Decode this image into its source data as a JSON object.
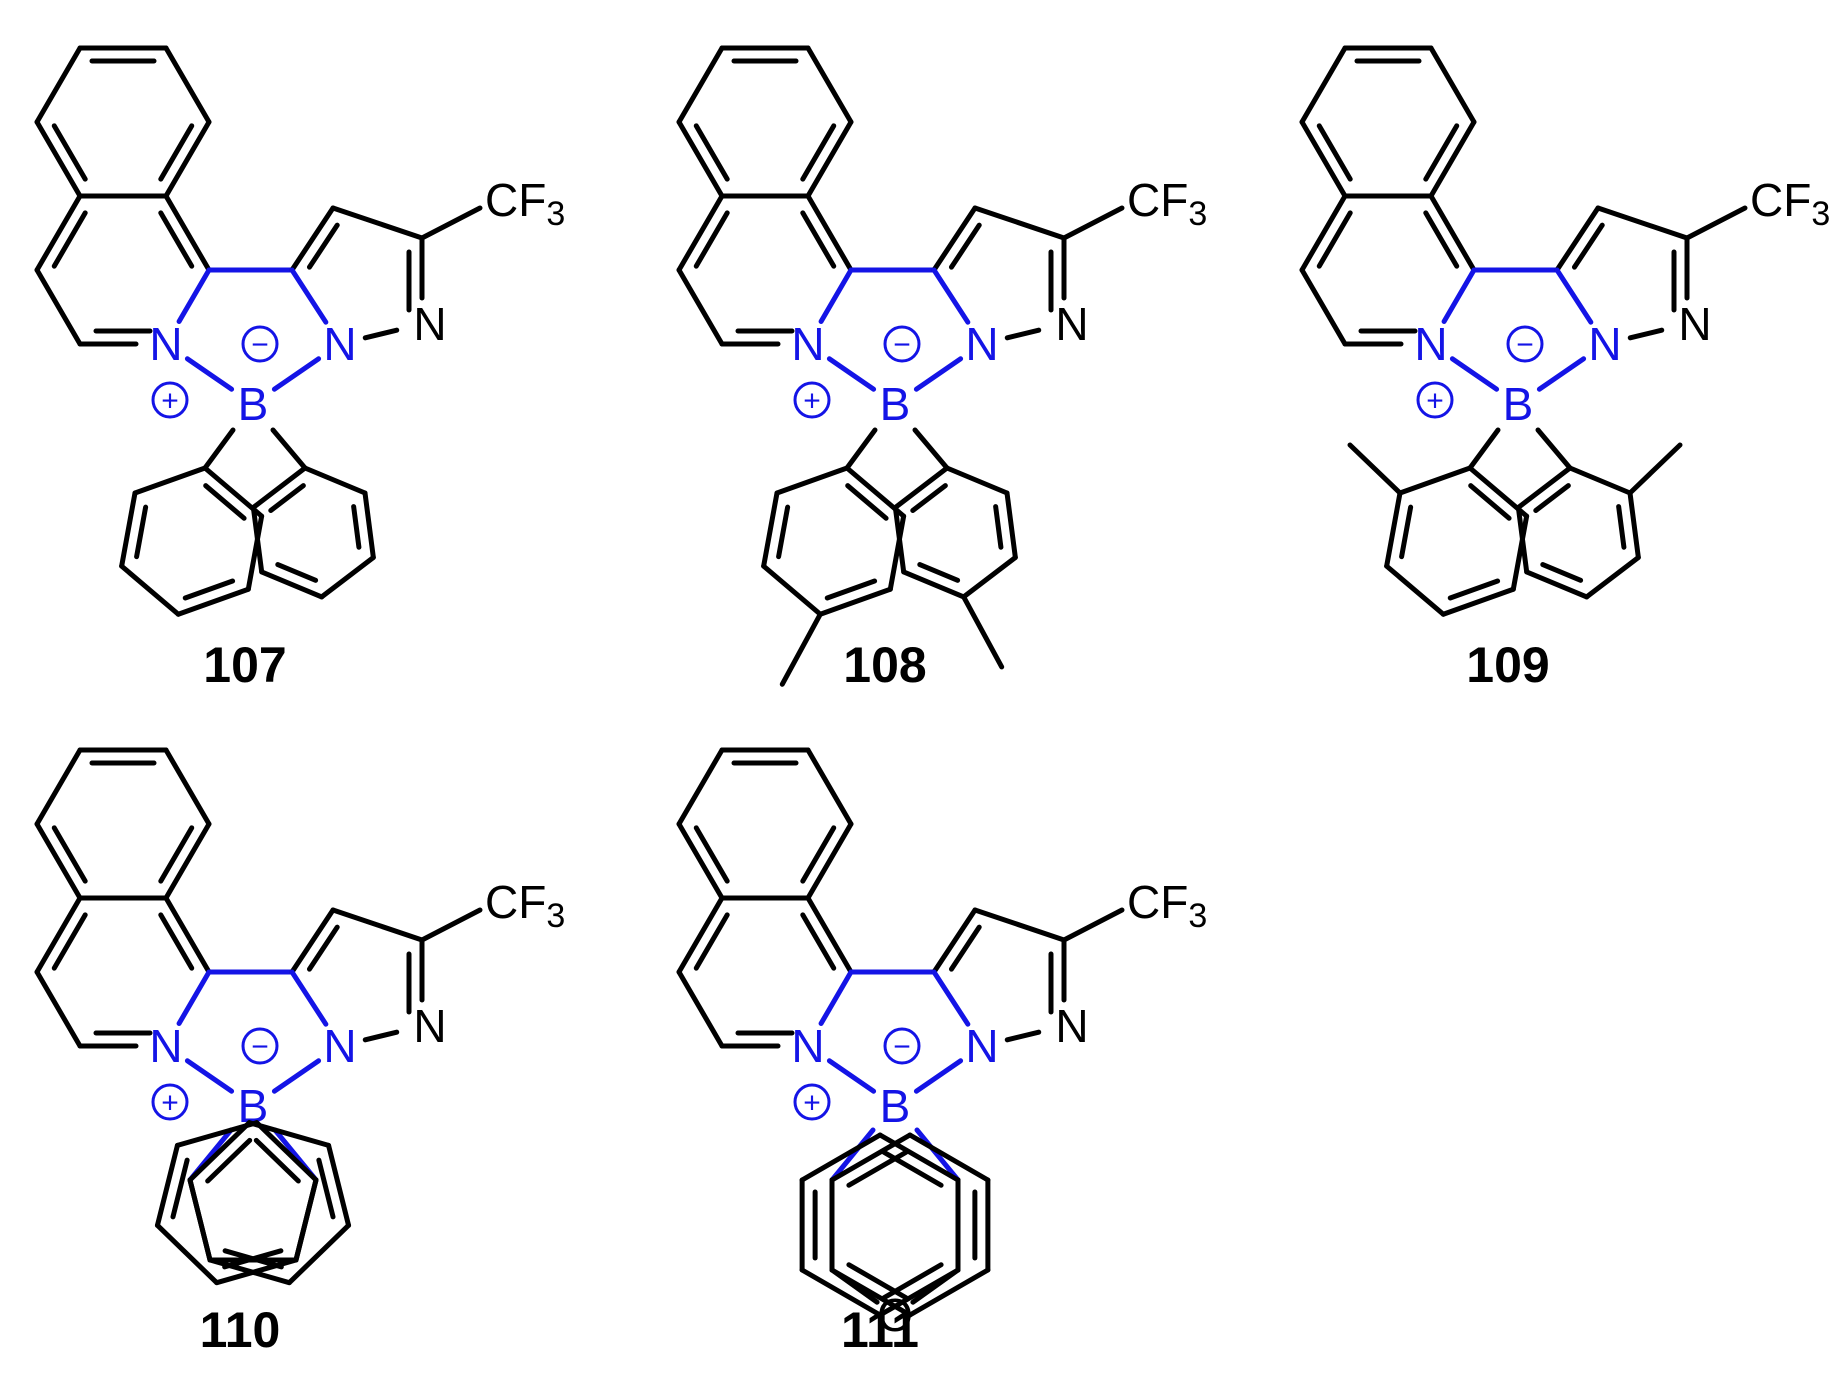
{
  "colors": {
    "ink": "#000000",
    "core": "#1414e6"
  },
  "atom_symbols": {
    "nitrogen": "N",
    "boron": "B",
    "oxygen": "O",
    "carbon_trifluoro_prefix": "CF",
    "carbon_trifluoro_subscript": "3",
    "plus_sign": "+",
    "minus_sign": "−"
  },
  "compounds": [
    {
      "label": "107",
      "boron_substituent": "phenyl"
    },
    {
      "label": "108",
      "boron_substituent": "p-tolyl"
    },
    {
      "label": "109",
      "boron_substituent": "o-tolyl"
    },
    {
      "label": "110",
      "boron_substituent": "biphenyl-2,2'-diyl"
    },
    {
      "label": "111",
      "boron_substituent": "oxydi-o-phenylene"
    }
  ]
}
